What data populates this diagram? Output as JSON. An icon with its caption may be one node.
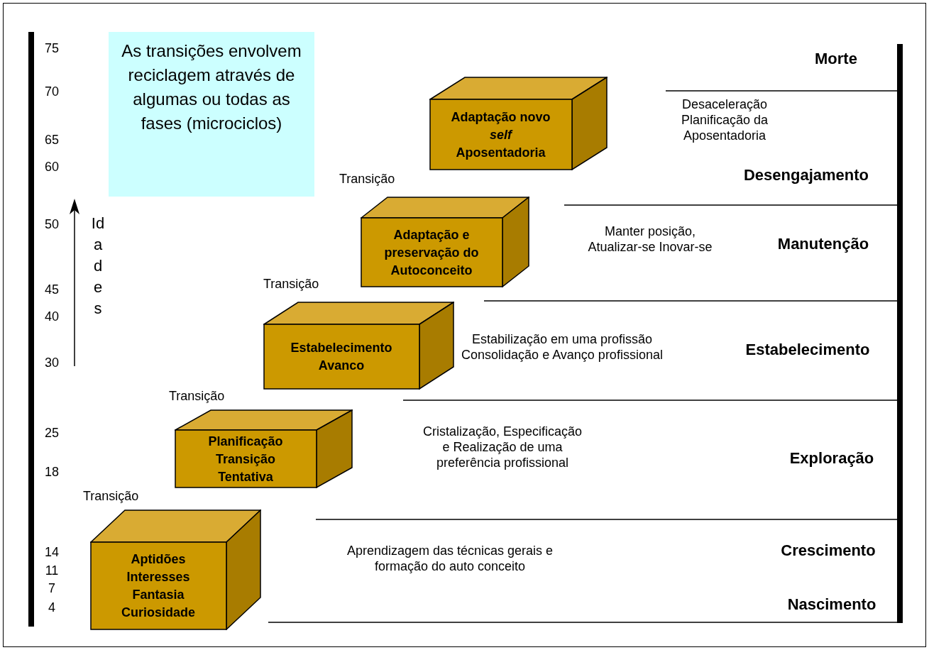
{
  "diagram": {
    "nodes": [
      {
        "text": [
          "As transições envolvem reciclagem através de algumas ou todas as fases (microciclos)"
        ]
      },
      {
        "text": [
          "Aptidões Interesses Fantasia Curiosidade"
        ],
        "beside": [
          "Transição"
        ]
      },
      {
        "text": [
          "Planificação Transição Tentativa"
        ],
        "beside": [
          "Transição"
        ]
      },
      {
        "text": [
          "Estabelecimento Avanco"
        ],
        "beside": [
          "Transição"
        ]
      },
      {
        "text": [
          "Adaptação e preservação do Autoconceito"
        ],
        "beside": [
          "Transição"
        ]
      },
      {
        "text": [
          "Adaptação novo *self* Aposentadoria"
        ]
      }
    ],
    "labels": [
      "75",
      "70",
      "65",
      "60",
      "50",
      "45",
      "40",
      "30",
      "25",
      "18",
      "14",
      "11",
      "7",
      "4",
      "Idades",
      "Morte",
      "Desaceleração Planificação da Aposentadoria",
      "Desengajamento",
      "Manter posição, Atualizar-se Inovar-se",
      "Manutenção",
      "Estabilização em uma profissão Consolidação e Avanço profissional",
      "Estabelecimento",
      "Cristalização, Especificação e Realização de uma preferência profissional",
      "Exploração",
      "Aprendizagem das técnicas gerais e formação do auto conceito",
      "Crescimento",
      "Nascimento"
    ]
  }
}
